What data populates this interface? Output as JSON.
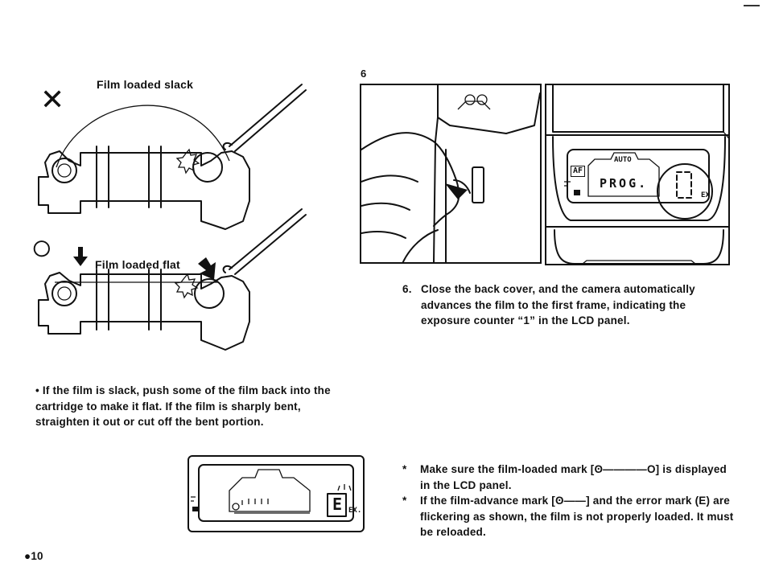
{
  "figure_left": {
    "wrong_mark": "✕",
    "right_mark": "○",
    "label_slack": "Film loaded slack",
    "label_flat": "Film loaded flat"
  },
  "note_slack": "• If the film is slack, push some of the film back into the cartridge to make it flat. If the film is sharply bent, straighten it out or cut off the bent portion.",
  "figure_6": {
    "number": "6",
    "lcd_labels": {
      "af": "AF",
      "auto": "AUTO",
      "prog": "PROG.",
      "ex": "EX."
    }
  },
  "step_6": {
    "number": "6.",
    "text": "Close the back cover, and the camera automatically advances the film to the first frame, indicating the exposure counter “1” in the LCD panel."
  },
  "lcd_small": {
    "error_char": "E",
    "ex": "EX."
  },
  "notes": [
    "Make sure the film-loaded mark [ʘ————O] is displayed in the LCD panel.",
    "If the film-advance mark [ʘ——] and the error mark (E) are flickering as shown, the film is not properly loaded. It must be reloaded."
  ],
  "page_number": "●10"
}
